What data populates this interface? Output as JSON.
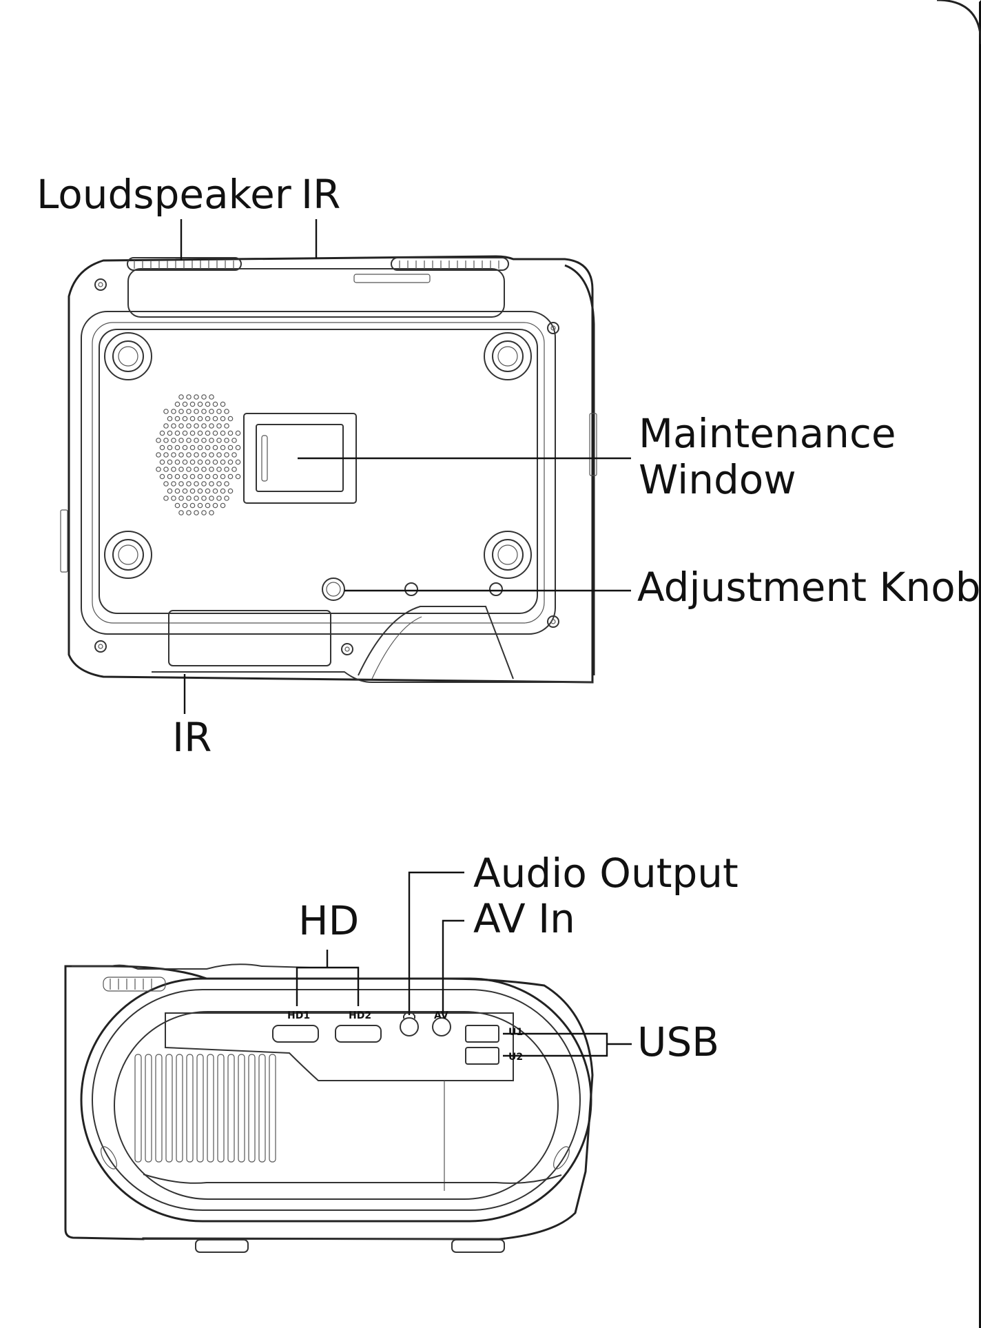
{
  "top_view": {
    "labels": {
      "loudspeaker": "Loudspeaker",
      "ir_top": "IR",
      "maintenance_line1": "Maintenance",
      "maintenance_line2": "Window",
      "adjustment_knob": "Adjustment Knob",
      "ir_bottom": "IR"
    }
  },
  "rear_view": {
    "labels": {
      "hd": "HD",
      "audio_output": "Audio Output",
      "av_in": "AV In",
      "usb": "USB"
    },
    "ports": {
      "hd1": "HD1",
      "hd2": "HD2",
      "av": "AV",
      "u1": "U1",
      "u2": "U2"
    }
  },
  "icons": [
    "headphone-icon"
  ]
}
